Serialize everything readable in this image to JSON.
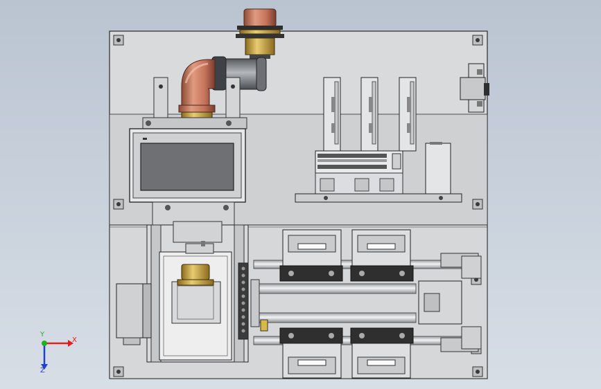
{
  "viewport": {
    "background_top": "#bac4d1",
    "background_bottom": "#d7dee6"
  },
  "model": {
    "panel_fill": "#d9dadc",
    "panel_stroke": "#2b2b2b",
    "copper_color": "#c5735a",
    "brass_color": "#c9a648",
    "screen_color": "#6f7074",
    "rod_color": "#c9ccd0"
  },
  "triad": {
    "x_label": "X",
    "y_label": "Y",
    "z_label": "Z",
    "x_color": "#e02020",
    "y_color": "#20b020",
    "z_color": "#2040d0"
  }
}
